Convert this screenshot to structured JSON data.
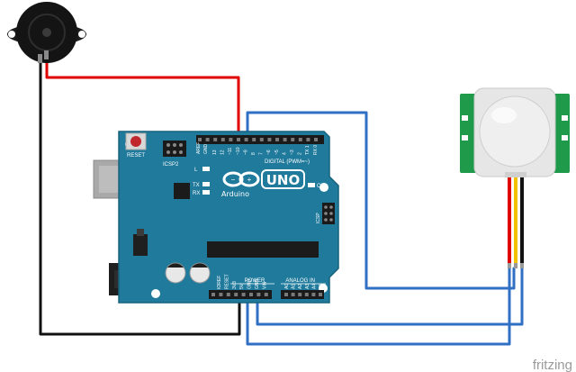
{
  "board": {
    "name": "UNO",
    "brand": "Arduino",
    "reset_label": "RESET",
    "icsp2_label": "ICSP2",
    "icsp_label": "ICSP",
    "led_l": "L",
    "led_tx": "TX",
    "led_rx": "RX",
    "on_label": "ON",
    "digital_label": "DIGITAL (PWM=~)",
    "aref_label": "AREF",
    "gnd_label": "GND",
    "digital_pins": [
      "13",
      "12",
      "~11",
      "~10",
      "~9",
      "8",
      "7",
      "~6",
      "~5",
      "4",
      "~3",
      "2",
      "TX 1",
      "RX 0"
    ],
    "power_label": "POWER",
    "power_pins": [
      "IOREF",
      "RESET",
      "3V3",
      "5V",
      "GND",
      "GND",
      "VIN"
    ],
    "analog_label": "ANALOG IN",
    "analog_pins": [
      "A0",
      "A1",
      "A2",
      "A3",
      "A4",
      "A5"
    ]
  },
  "wires": {
    "red": "#e00000",
    "black": "#111111",
    "blue": "#2f6fc4",
    "yellow": "#f2c200"
  },
  "colors": {
    "board": "#1f7a9c",
    "board_edge": "#17627f",
    "pir": "#1e9a4a"
  },
  "footer": {
    "watermark": "fritzing"
  }
}
